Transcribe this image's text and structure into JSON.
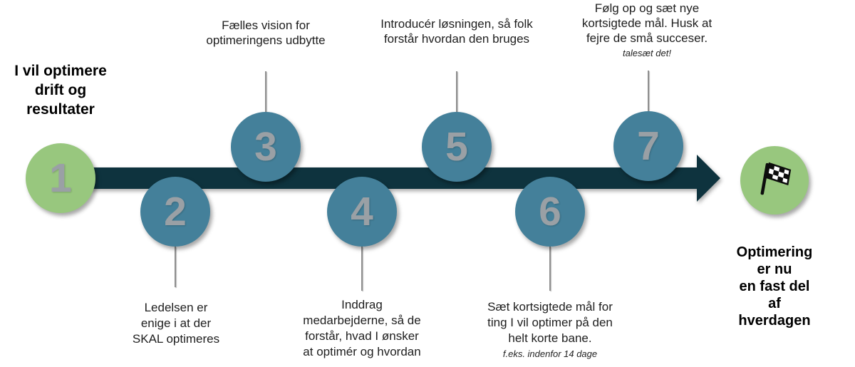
{
  "diagram": {
    "start_heading": "I vil optimere\ndrift og\nresultater",
    "end_heading": "Optimering er nu\nen fast del af\nhverdagen",
    "steps": [
      {
        "number": "1",
        "label": "",
        "note": ""
      },
      {
        "number": "2",
        "label": "Ledelsen er\nenige i at der\nSKAL optimeres",
        "note": ""
      },
      {
        "number": "3",
        "label": "Fælles vision for\noptimeringens udbytte",
        "note": ""
      },
      {
        "number": "4",
        "label": "Inddrag\nmedarbejderne, så de\nforstår, hvad I ønsker\nat optimér og hvordan",
        "note": ""
      },
      {
        "number": "5",
        "label": "Introducér løsningen, så folk\nforstår hvordan den bruges",
        "note": ""
      },
      {
        "number": "6",
        "label": "Sæt kortsigtede mål for\nting I vil optimer på den\nhelt korte bane.",
        "note": "f.eks. indenfor 14 dage"
      },
      {
        "number": "7",
        "label": "Følg op og sæt nye\nkortsigtede mål. Husk at\nfejre de små succeser.",
        "note": "talesæt det!"
      }
    ],
    "finish_icon": "checkered-flag-icon",
    "colors": {
      "start_circle_green": "#98c77e",
      "step_circle_teal": "#44809a",
      "arrow_dark_teal": "#0e333e",
      "number_gray": "#9aa0a5",
      "connector_gray": "#8f8f8f",
      "text_black": "#1e1e1e"
    }
  }
}
